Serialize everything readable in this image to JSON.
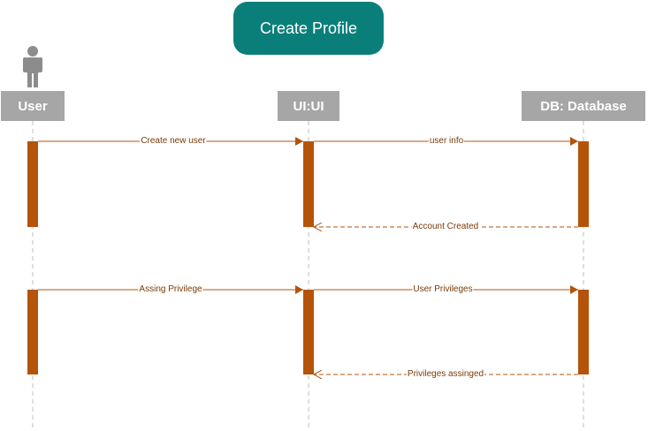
{
  "title": "Create Profile",
  "colors": {
    "title_bg": "#0a7f7a",
    "actor_bg": "#a6a6a6",
    "activation": "#b45309",
    "message": "#b45309",
    "label_text": "#7a3a06",
    "lifeline": "#bfbfbf",
    "actor_icon": "#8c8c8c"
  },
  "participants": [
    {
      "id": "user",
      "label": "User",
      "icon": "person-icon"
    },
    {
      "id": "ui",
      "label": "UI:UI"
    },
    {
      "id": "db",
      "label": "DB: Database"
    }
  ],
  "messages": [
    {
      "from": "user",
      "to": "ui",
      "label": "Create new user",
      "style": "solid"
    },
    {
      "from": "ui",
      "to": "db",
      "label": "user info",
      "style": "solid"
    },
    {
      "from": "db",
      "to": "ui",
      "label": "Account Created",
      "style": "dashed"
    },
    {
      "from": "user",
      "to": "ui",
      "label": "Assing Privilege",
      "style": "solid"
    },
    {
      "from": "ui",
      "to": "db",
      "label": "User Privileges",
      "style": "solid"
    },
    {
      "from": "db",
      "to": "ui",
      "label": "Privileges assinged",
      "style": "dashed"
    }
  ]
}
